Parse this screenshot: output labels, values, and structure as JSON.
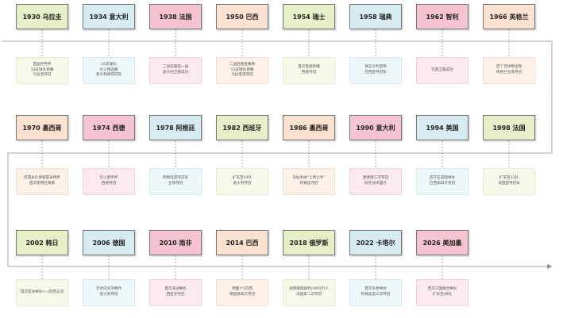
{
  "rows": [
    {
      "direction": "right",
      "nodes": [
        {
          "label": "1930 乌拉圭",
          "color": "green",
          "note": "首届世界杯\n13支球队参赛\n乌拉圭夺冠"
        },
        {
          "label": "1934 意大利",
          "color": "blue",
          "note": "16支球队\n引入预选赛\n意大利捧得冠军"
        },
        {
          "label": "1938 法国",
          "color": "pink",
          "note": "二战前最后一届\n意大利卫冕成功"
        },
        {
          "label": "1950 巴西",
          "color": "orange",
          "note": "二战后重启赛事\n13支球队参赛\n乌拉圭再夺冠"
        },
        {
          "label": "1954 瑞士",
          "color": "green",
          "note": "首次电视转播\n西德夺冠"
        },
        {
          "label": "1958 瑞典",
          "color": "blue",
          "note": "球王贝利登场\n巴西首夺冠军"
        },
        {
          "label": "1962 智利",
          "color": "pink",
          "note": "巴西卫冕成功"
        },
        {
          "label": "1966 英格兰",
          "color": "orange",
          "note": "首个吉祥物出现\n英格兰主场夺冠"
        }
      ]
    },
    {
      "direction": "left",
      "nodes": [
        {
          "label": "1970 墨西哥",
          "color": "orange",
          "note": "巴西永久保留雷米特杯\n首次使用红黄牌"
        },
        {
          "label": "1974 西德",
          "color": "pink",
          "note": "引入新奖杯\n西德夺冠"
        },
        {
          "label": "1978 阿根廷",
          "color": "blue",
          "note": "阿根廷首夺冠军\n主场夺冠"
        },
        {
          "label": "1982 西班牙",
          "color": "green",
          "note": "扩军至24队\n意大利夺冠"
        },
        {
          "label": "1986 墨西哥",
          "color": "orange",
          "note": "马拉多纳“上帝之手”\n阿根廷夺冠"
        },
        {
          "label": "1990 意大利",
          "color": "pink",
          "note": "西德第三次夺冠\n防守战术盛行"
        },
        {
          "label": "1994 美国",
          "color": "blue",
          "note": "首次在美国举办\n巴西第四次夺冠"
        },
        {
          "label": "1998 法国",
          "color": "green",
          "note": "扩军至32队\n法国首夺冠军"
        }
      ]
    },
    {
      "direction": "right",
      "nodes": [
        {
          "label": "2002 韩日",
          "color": "green",
          "note": "首次亚洲举办(一)巴西五冠"
        },
        {
          "label": "2006 德国",
          "color": "blue",
          "note": "齐达内头顶事件\n意大利夺冠"
        },
        {
          "label": "2010 南非",
          "color": "pink",
          "note": "首次非洲举办\n西班牙夺冠"
        },
        {
          "label": "2014 巴西",
          "color": "orange",
          "note": "德国7:1巴西\n德国第四次夺冠"
        },
        {
          "label": "2018 俄罗斯",
          "color": "green",
          "note": "视频助理裁判(VAR)引入\n法国第二次夺冠"
        },
        {
          "label": "2022 卡塔尔",
          "color": "blue",
          "note": "首次冬季举办\n阿根廷第三次夺冠"
        },
        {
          "label": "2026 美加墨",
          "color": "pink",
          "note": "首次三国联合举办\n扩军至48队"
        }
      ]
    }
  ],
  "colors": {
    "green": "#e5f0c9",
    "blue": "#d7ecf1",
    "pink": "#f6c4d1",
    "orange": "#fbe1cf",
    "connector": "#8a8a8a"
  }
}
